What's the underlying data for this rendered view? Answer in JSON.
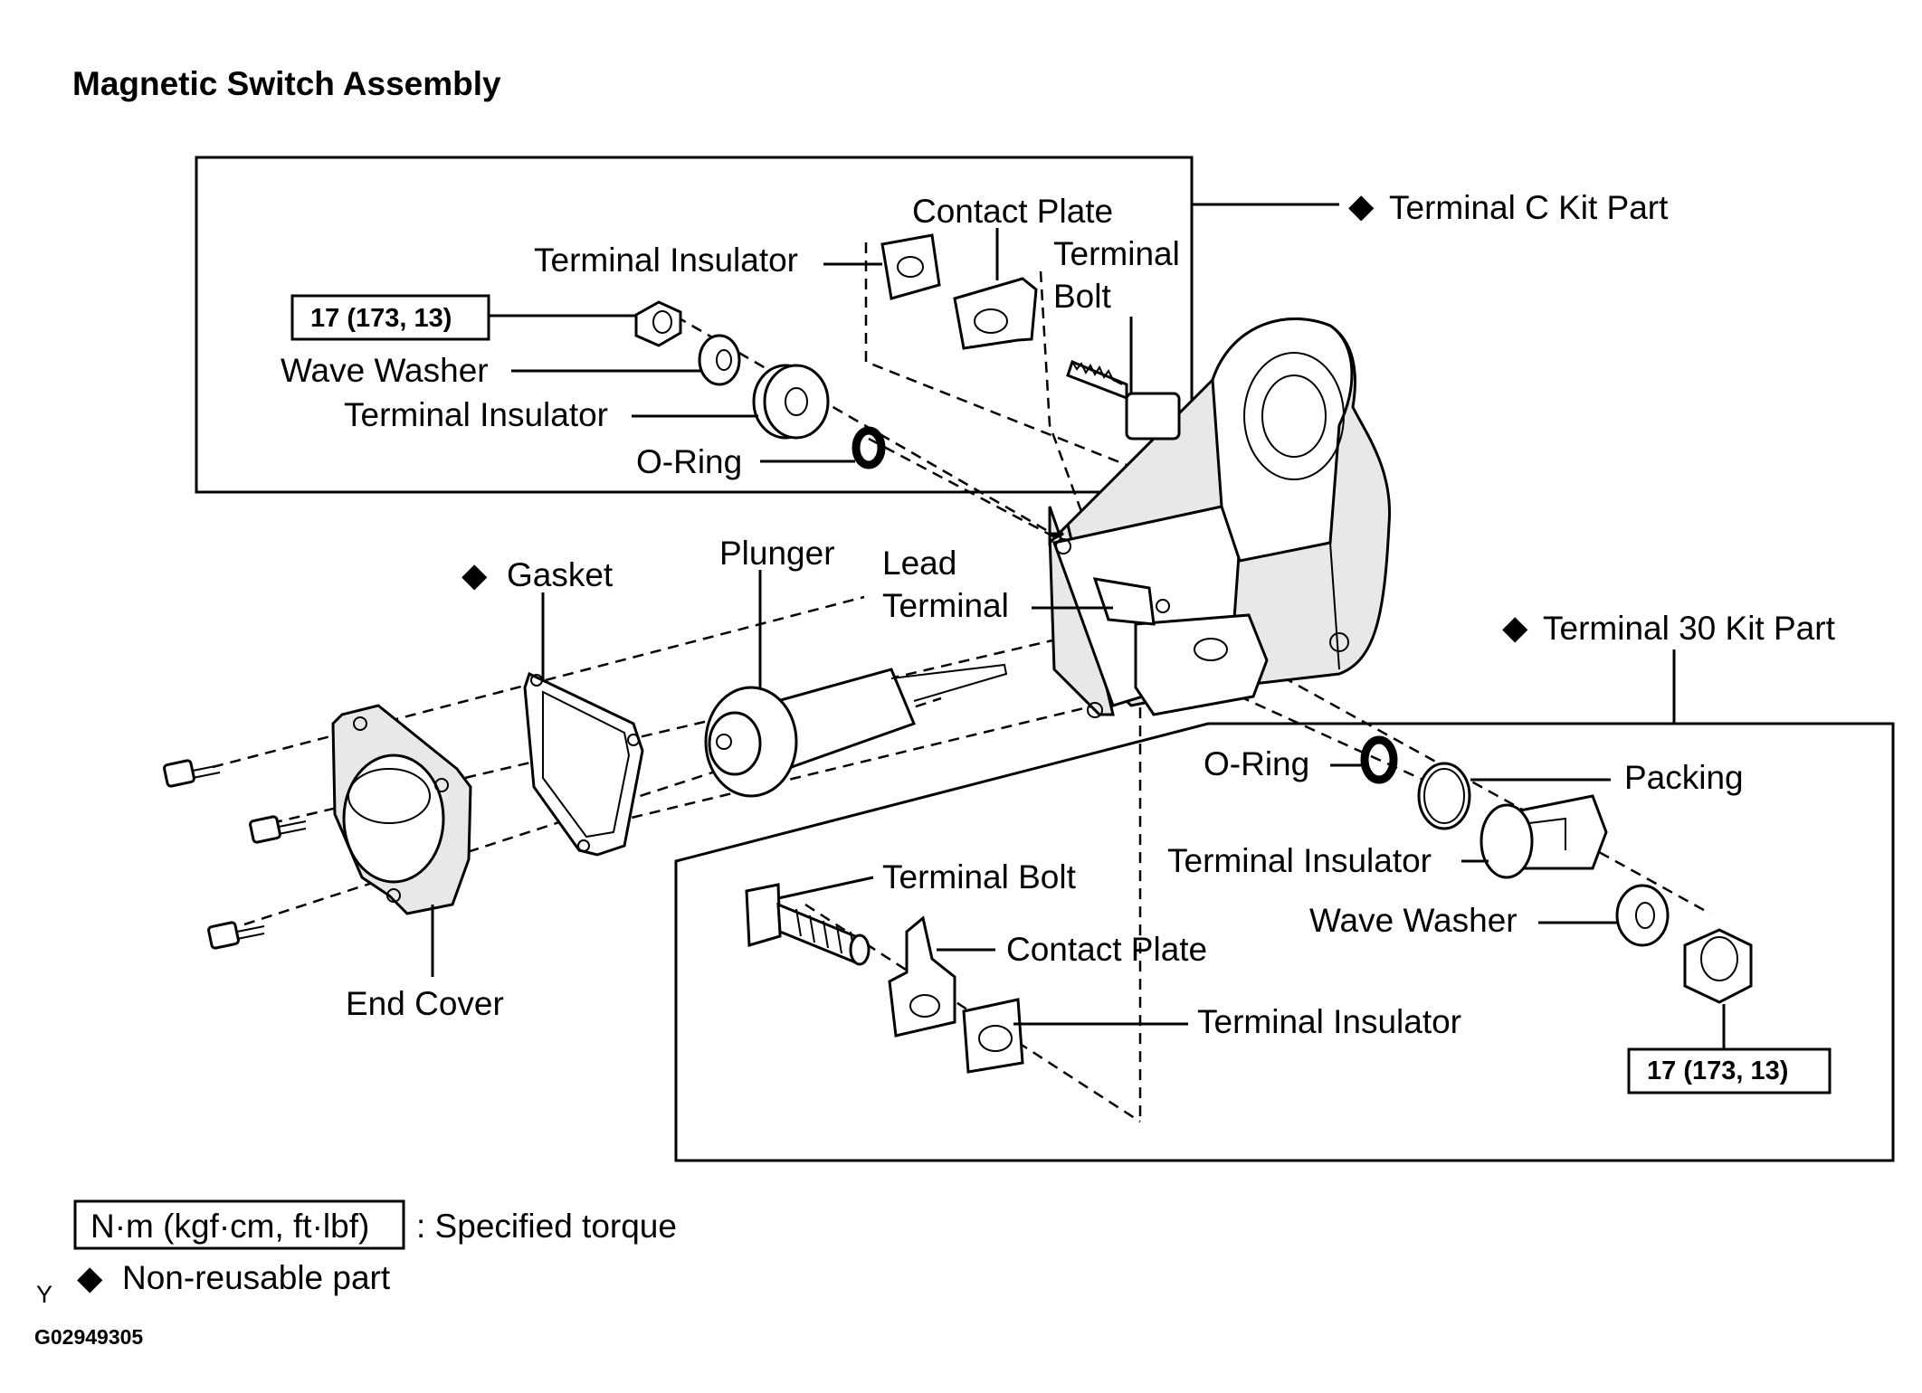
{
  "title": "Magnetic Switch Assembly",
  "kits": {
    "terminal_c": "Terminal C Kit Part",
    "terminal_30": "Terminal 30 Kit Part"
  },
  "labels": {
    "contact_plate_c": "Contact Plate",
    "terminal_insulator_c_top": "Terminal Insulator",
    "terminal_bolt_c_1": "Terminal",
    "terminal_bolt_c_2": "Bolt",
    "wave_washer_c": "Wave Washer",
    "terminal_insulator_c_bottom": "Terminal Insulator",
    "o_ring_c": "O-Ring",
    "gasket": "Gasket",
    "plunger": "Plunger",
    "lead_terminal_1": "Lead",
    "lead_terminal_2": "Terminal",
    "end_cover": "End Cover",
    "o_ring_30": "O-Ring",
    "packing": "Packing",
    "terminal_insulator_30_top": "Terminal Insulator",
    "wave_washer_30": "Wave Washer",
    "terminal_bolt_30": "Terminal Bolt",
    "contact_plate_30": "Contact Plate",
    "terminal_insulator_30_bottom": "Terminal Insulator"
  },
  "torque": {
    "nut_c": "17 (173, 13)",
    "nut_30": "17 (173, 13)"
  },
  "legend": {
    "torque_units": "N·m (kgf·cm, ft·lbf)",
    "torque_text": ": Specified torque",
    "nonreusable_text": "Non-reusable part",
    "diamond": "◆"
  },
  "footer": {
    "letter": "Y",
    "code": "G02949305"
  }
}
